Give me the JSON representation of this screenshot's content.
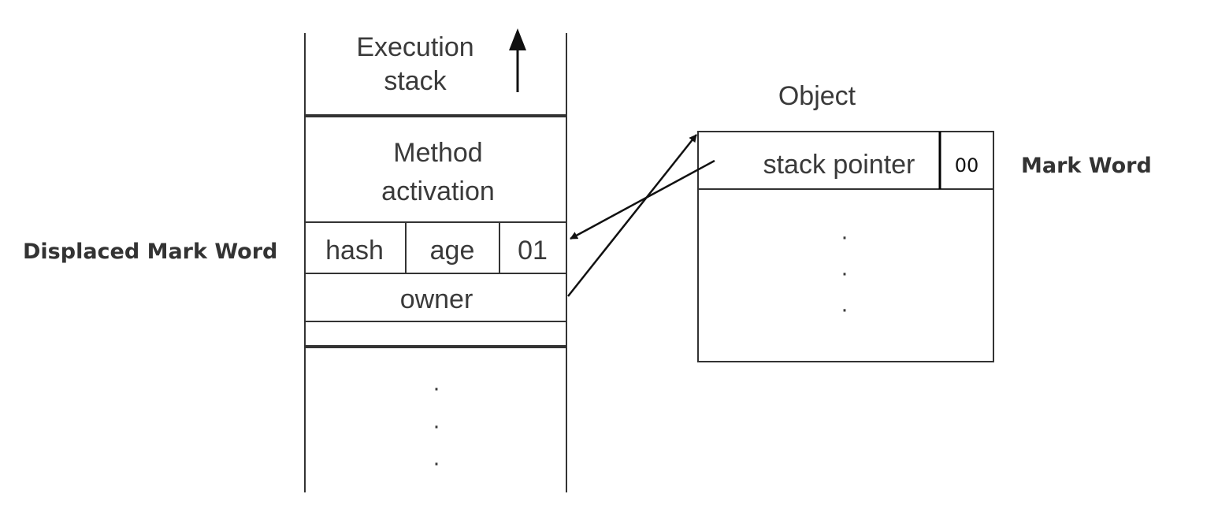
{
  "stack": {
    "execution_line1": "Execution",
    "execution_line2": "stack",
    "method_line1": "Method",
    "method_line2": "activation",
    "hash": "hash",
    "age": "age",
    "lock_bits": "01",
    "owner": "owner",
    "dots": [
      "·",
      "·",
      "·"
    ]
  },
  "object": {
    "title": "Object",
    "stack_pointer": "stack pointer",
    "lock_bits": "00",
    "dots": [
      "·",
      "·",
      "·"
    ]
  },
  "annotations": {
    "displaced_mark_word": "Displaced Mark Word",
    "mark_word": "Mark Word"
  }
}
